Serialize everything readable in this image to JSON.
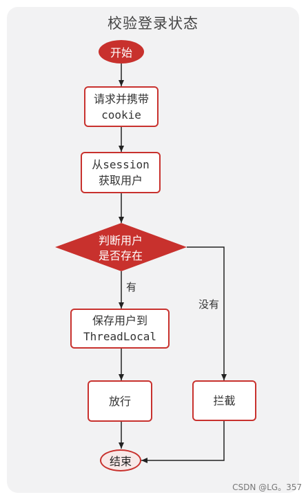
{
  "title": "校验登录状态",
  "start": "开始",
  "step1": {
    "line1": "请求并携带",
    "line2": "cookie"
  },
  "step2": {
    "line1": "从session",
    "line2": "获取用户"
  },
  "decision": {
    "line1": "判断用户",
    "line2": "是否存在"
  },
  "yes_label": "有",
  "no_label": "没有",
  "save": {
    "line1": "保存用户到",
    "line2": "ThreadLocal"
  },
  "release": "放行",
  "intercept": "拦截",
  "end": "结束",
  "watermark": "CSDN @LG。357",
  "colors": {
    "accent": "#c8312d",
    "background": "#f2f2f3"
  }
}
